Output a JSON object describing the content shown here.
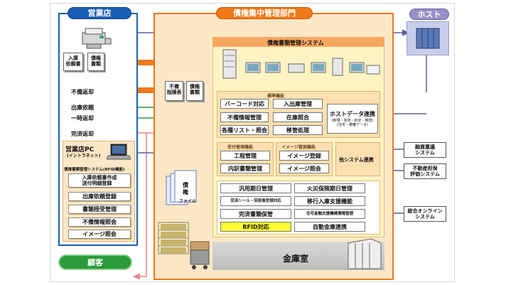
{
  "branch": {
    "title": "営業店",
    "doc1": [
      "入庫",
      "依頼書"
    ],
    "doc2": [
      "債権",
      "書類"
    ],
    "fubi_return": "不備返却",
    "shukko": "出庫依頼",
    "ichiji": "一時返却",
    "kansai": "完済返却",
    "pc_title": "営業店PC",
    "pc_sub": "(イントラネット)",
    "pc_system": "債権書類管理システム(RFID機能)",
    "buttons": [
      "入庫依頼書作成\n送付明細登録",
      "出庫依頼登録",
      "書類授受管理",
      "不備情報照会",
      "イメージ照会"
    ]
  },
  "customer": "顧客",
  "center": {
    "title": "債権集中管理部門",
    "doc_fubi": [
      "不備",
      "指摘表"
    ],
    "doc_saiken": [
      "債権",
      "書類"
    ],
    "system_title": "債権書類管理システム",
    "std_label": "標準機能",
    "std_items": [
      "バーコード対応",
      "入出庫管理",
      "不備情報管理",
      "在庫照合",
      "各種リスト・照会",
      "移管処理"
    ],
    "host_link": "ホストデータ連携",
    "host_link_sub": "(新規・完済・約定・移管)\n(住宅・勝審データ)",
    "uketsuke_label": "受付管理機能",
    "uketsuke_items": [
      "工程管理",
      "内訳書類管理"
    ],
    "image_label": "イメージ管理機能",
    "image_items": [
      "イメージ登録",
      "イメージ照会"
    ],
    "other_link": "他システム連携",
    "file_label": [
      "債",
      "権",
      "ファイル"
    ],
    "bottom_items": [
      "汎用期日管理",
      "火災保険期日管理",
      "完済シール・回答後受領対応",
      "移行入庫支援機能",
      "完済書類保管",
      "住宅金融支援機構債権管理",
      "RFID対応",
      "自動金庫連携"
    ],
    "vault": "金庫室"
  },
  "host": "ホスト",
  "external": [
    "融資稟議\nシステム",
    "不動産担保\n評価システム",
    "総合オンライン\nシステム"
  ],
  "colors": {
    "blue": "#1a5fb4",
    "orange": "#f07a1a",
    "green": "#2a9a3a",
    "pink": "#e8838e",
    "purple": "#7a7fb0",
    "beige": "#fde7c6",
    "paleyellow": "#fff3c4",
    "rfid": "#ffff33"
  }
}
